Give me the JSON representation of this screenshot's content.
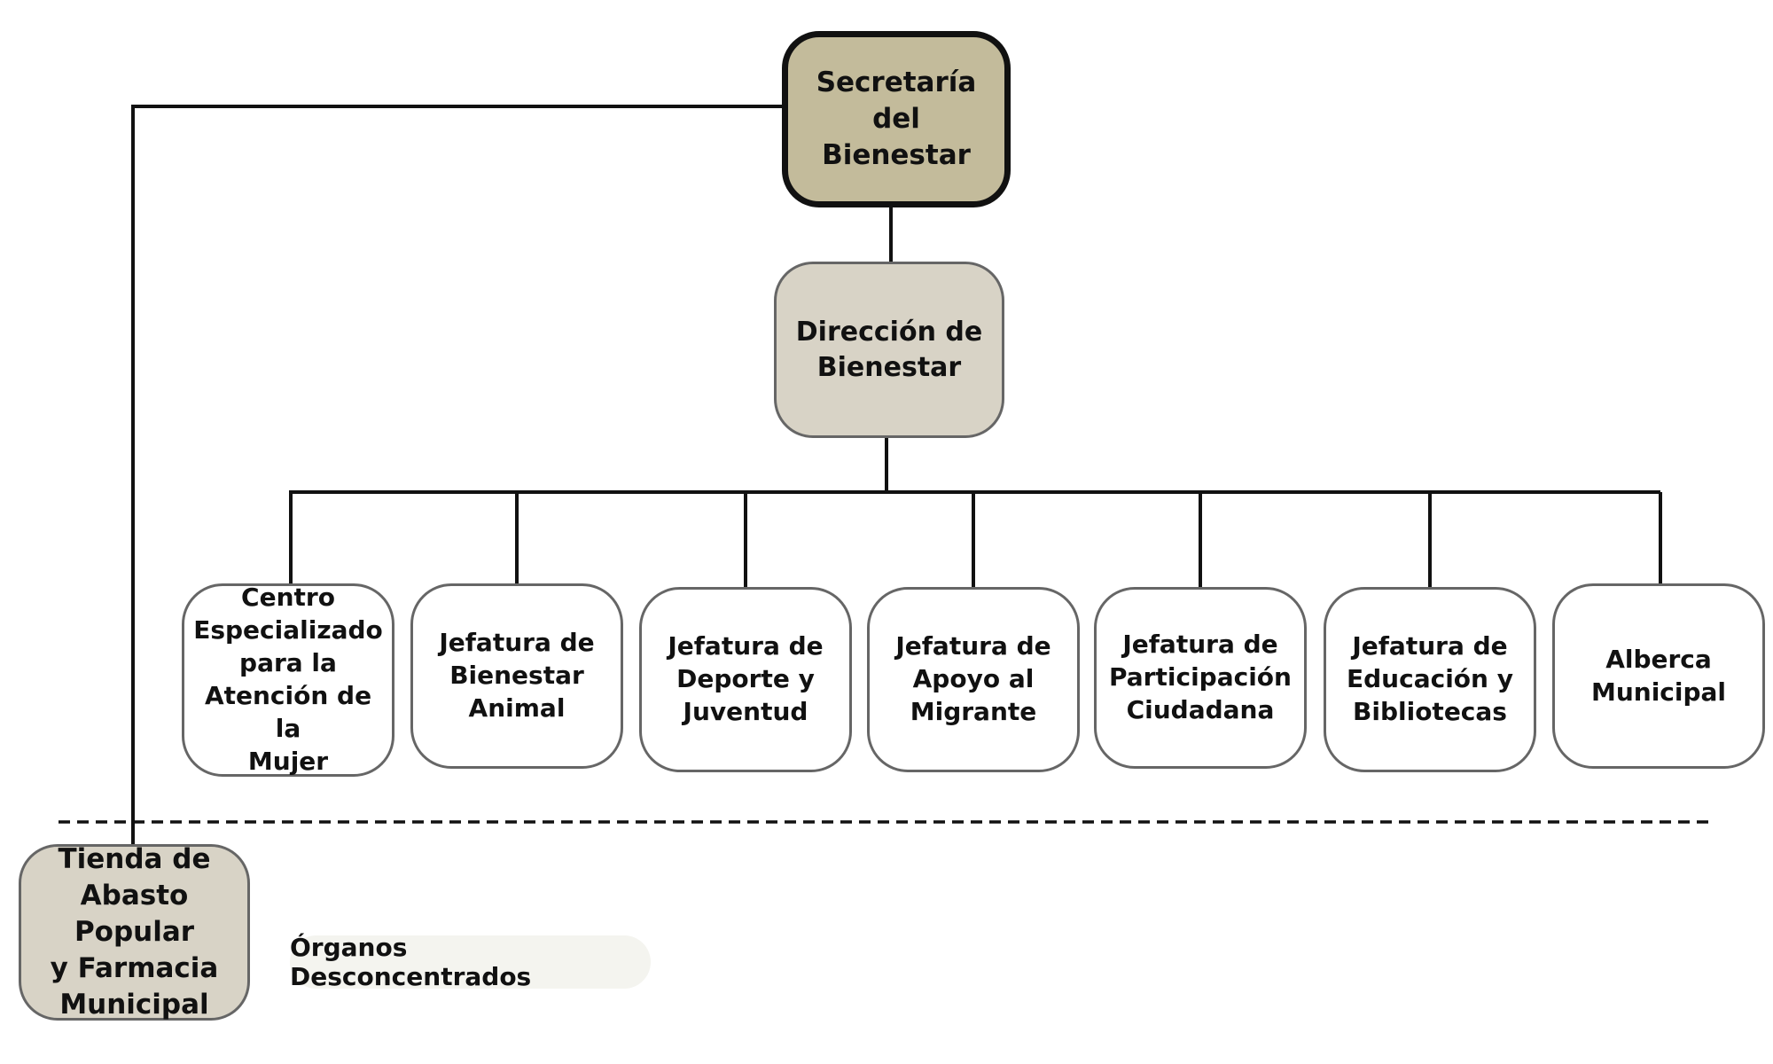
{
  "diagram": {
    "root": {
      "label": "Secretaría del\nBienestar"
    },
    "direction": {
      "label": "Dirección de\nBienestar"
    },
    "units": [
      {
        "label": "Centro\nEspecializado\npara la\nAtención de la\nMujer"
      },
      {
        "label": "Jefatura de\nBienestar\nAnimal"
      },
      {
        "label": "Jefatura de\nDeporte y\nJuventud"
      },
      {
        "label": "Jefatura de\nApoyo al\nMigrante"
      },
      {
        "label": "Jefatura de\nParticipación\nCiudadana"
      },
      {
        "label": "Jefatura de\nEducación y\nBibliotecas"
      },
      {
        "label": "Alberca\nMunicipal"
      }
    ],
    "decentralized": {
      "label": "Tienda de\nAbasto Popular\ny Farmacia\nMunicipal"
    },
    "legend": {
      "label": "Órganos Desconcentrados"
    }
  },
  "colors": {
    "root_fill": "#c3bb9b",
    "secondary_fill": "#d8d3c6",
    "unit_fill": "#ffffff",
    "line": "#111111",
    "legend_fill": "#f4f4ef"
  }
}
